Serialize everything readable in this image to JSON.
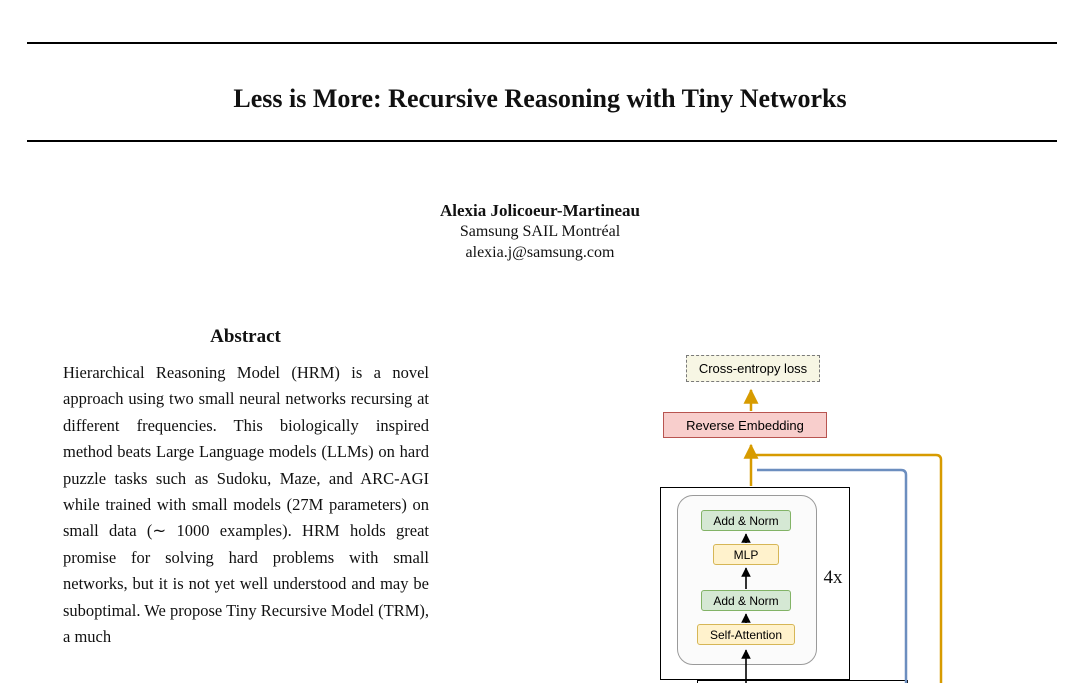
{
  "page": {
    "title": "Less is More: Recursive Reasoning with Tiny Networks"
  },
  "author": {
    "name": "Alexia Jolicoeur-Martineau",
    "affiliation": "Samsung SAIL Montréal",
    "email": "alexia.j@samsung.com"
  },
  "abstract": {
    "heading": "Abstract",
    "body": "Hierarchical Reasoning Model (HRM) is a novel approach using two small neural networks recursing at different frequencies. This biologically inspired method beats Large Language models (LLMs) on hard puzzle tasks such as Sudoku, Maze, and ARC-AGI while trained with small models (27M parameters) on small data (∼ 1000 examples). HRM holds great promise for solving hard problems with small networks, but it is not yet well understood and may be suboptimal. We propose Tiny Recursive Model (TRM), a much"
  },
  "diagram": {
    "cross_entropy_label": "Cross-entropy loss",
    "reverse_embedding_label": "Reverse Embedding",
    "add_norm_label": "Add & Norm",
    "mlp_label": "MLP",
    "self_attention_label": "Self-Attention",
    "repeat_label": "4x",
    "colors": {
      "green_fill": "#d5e8d4",
      "green_border": "#82b366",
      "yellow_fill": "#fff2cc",
      "yellow_border": "#d6b656",
      "pink_fill": "#f8cecc",
      "pink_border": "#b85450",
      "loss_fill": "#f7f6e4",
      "orange_wire": "#d79b00",
      "blue_wire": "#6c8ebf"
    }
  }
}
